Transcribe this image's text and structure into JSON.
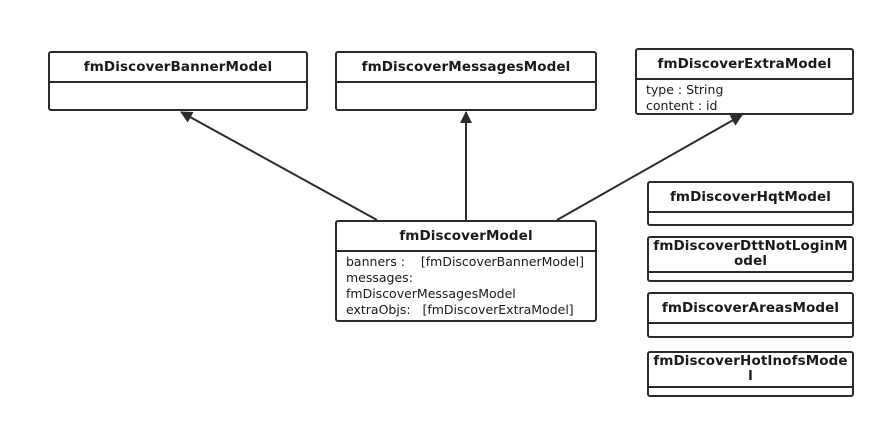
{
  "classes": {
    "banner": {
      "name": "fmDiscoverBannerModel",
      "attributes": []
    },
    "messages": {
      "name": "fmDiscoverMessagesModel",
      "attributes": []
    },
    "extra": {
      "name": "fmDiscoverExtraModel",
      "attributes": [
        "type : String",
        "content : id"
      ]
    },
    "model": {
      "name": "fmDiscoverModel",
      "attributes": [
        "banners :    [fmDiscoverBannerModel]",
        "messages:",
        "fmDiscoverMessagesModel",
        "extraObjs:   [fmDiscoverExtraModel]"
      ]
    },
    "hqt": {
      "name": "fmDiscoverHqtModel",
      "attributes": []
    },
    "dtt": {
      "name_line1": "fmDiscoverDttNotLoginM",
      "name_line2": "odel",
      "attributes": []
    },
    "areas": {
      "name": "fmDiscoverAreasModel",
      "attributes": []
    },
    "hotinofs": {
      "name_line1": "fmDiscoverHotInofsMode",
      "name_line2": "l",
      "attributes": []
    }
  },
  "relations": [
    {
      "from": "fmDiscoverModel",
      "to": "fmDiscoverBannerModel",
      "type": "generalization"
    },
    {
      "from": "fmDiscoverModel",
      "to": "fmDiscoverMessagesModel",
      "type": "generalization"
    },
    {
      "from": "fmDiscoverModel",
      "to": "fmDiscoverExtraModel",
      "type": "generalization"
    }
  ]
}
